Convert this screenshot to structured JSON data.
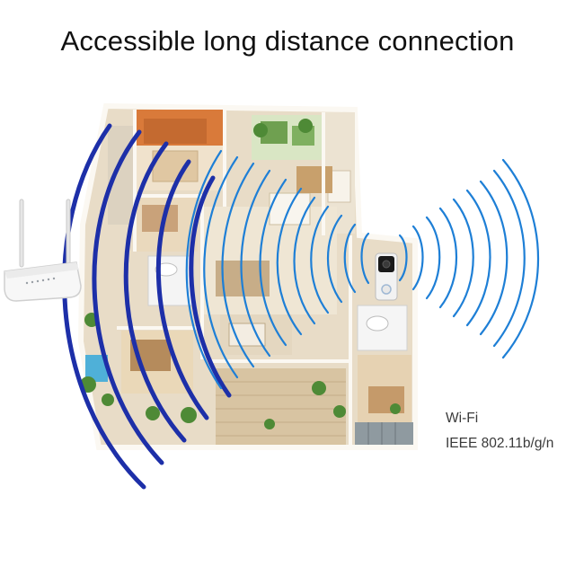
{
  "headline": "Accessible long distance connection",
  "specs": {
    "wifi_label": "Wi-Fi",
    "standard_label": "IEEE 802.11b/g/n"
  },
  "colors": {
    "router_waves": "#1d2fa8",
    "doorbell_waves": "#1e7fd6",
    "floor": "#efe6d6",
    "walls": "#f6f1e8"
  },
  "icons": {
    "router": "wifi-router-icon",
    "doorbell": "video-doorbell-icon"
  }
}
